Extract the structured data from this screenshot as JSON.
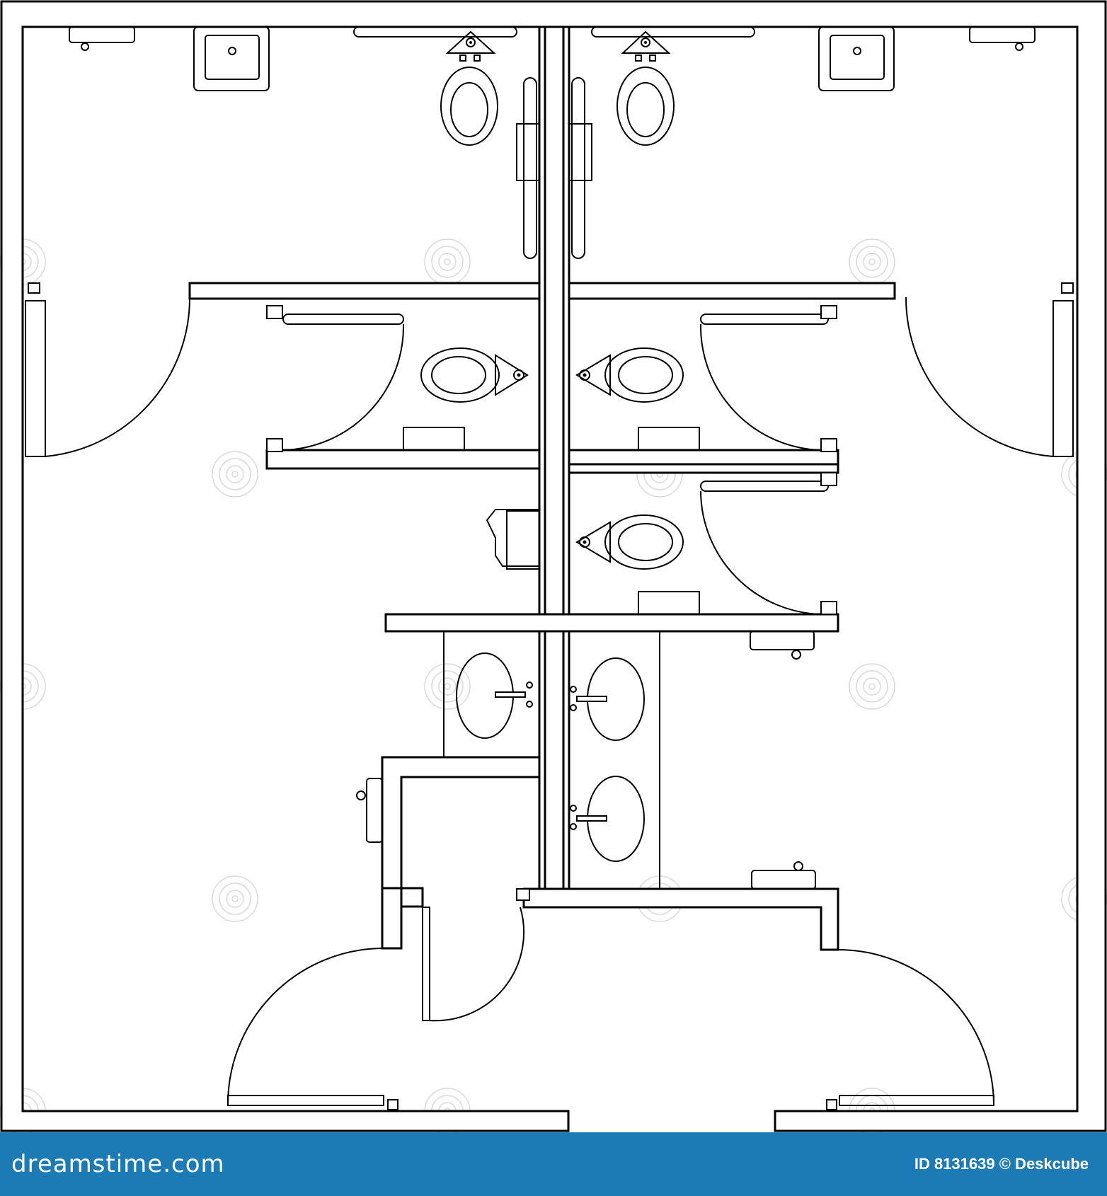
{
  "theme": {
    "footer_bg": "#1c7ab5",
    "footer_text": "#ffffff",
    "line": "#000000",
    "watermark": "#d9d9d9"
  },
  "watermark": {
    "icon": "spiral-logo-icon"
  },
  "footer": {
    "brand": "dreamstime.com",
    "image_id": "ID 8131639",
    "author": "© Deskcube"
  }
}
